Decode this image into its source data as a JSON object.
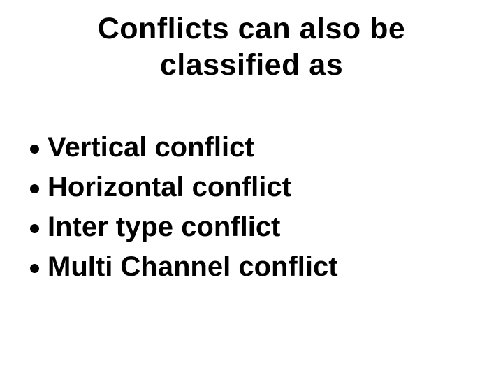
{
  "slide": {
    "background_color": "#ffffff",
    "text_color": "#000000",
    "title": {
      "line1": "Conflicts can also be",
      "line2": "classified as"
    },
    "bullets": [
      {
        "label": "Vertical conflict"
      },
      {
        "label": "Horizontal conflict"
      },
      {
        "label": "Inter type conflict"
      },
      {
        "label": "Multi Channel conflict"
      }
    ]
  }
}
